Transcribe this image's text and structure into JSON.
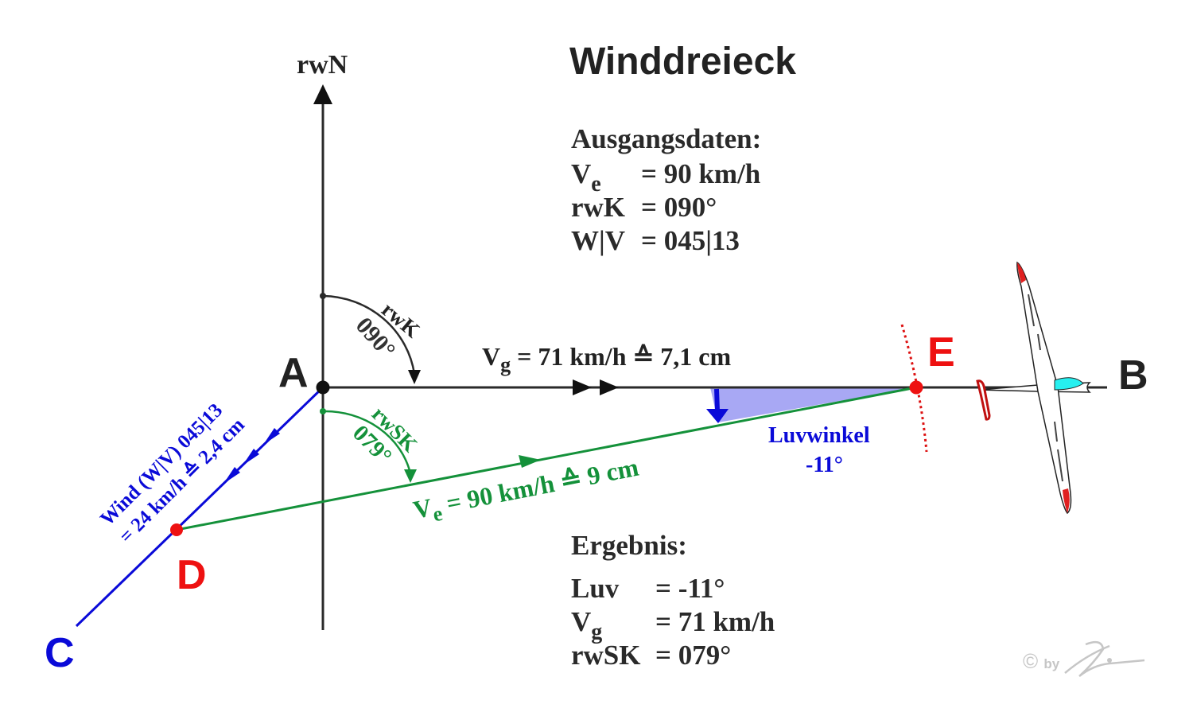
{
  "title": "Winddreieck",
  "input_data": {
    "heading": "Ausgangsdaten:",
    "rows": [
      {
        "key": "V",
        "sub": "e",
        "value": "= 90 km/h"
      },
      {
        "key": "rwK",
        "sub": "",
        "value": "= 090°"
      },
      {
        "key": "W|V",
        "sub": "",
        "value": "= 045|13"
      }
    ]
  },
  "result": {
    "heading": "Ergebnis:",
    "rows": [
      {
        "key": "Luv",
        "sub": "",
        "value": "= -11°"
      },
      {
        "key": "V",
        "sub": "g",
        "value": "= 71 km/h"
      },
      {
        "key": "rwSK",
        "sub": "",
        "value": "= 079°"
      }
    ]
  },
  "axis": {
    "north_label": "rwN"
  },
  "points": {
    "A": "A",
    "B": "B",
    "C": "C",
    "D": "D",
    "E": "E"
  },
  "labels": {
    "rwK_arc_name": "rwK",
    "rwK_arc_value": "090°",
    "rwSK_arc_name": "rwSK",
    "rwSK_arc_value": "079°",
    "vg_prefix": "V",
    "vg_sub": "g",
    "vg_text": " = 71 km/h ≙ 7,1 cm",
    "ve_prefix": "V",
    "ve_sub": "e",
    "ve_text": " = 90 km/h ≙ 9 cm",
    "wind_line1": "Wind (W|V) 045|13",
    "wind_line2": "= 24 km/h ≙ 2,4 cm",
    "luv_line1": "Luvwinkel",
    "luv_line2": "-11°"
  },
  "values": {
    "course_deg": 90,
    "wind_dir_deg": 45,
    "wind_speed_kt": 13,
    "wind_speed_kmh": 24,
    "tas_kmh": 90,
    "groundspeed_kmh": 71,
    "wca_deg": -11,
    "heading_deg": 79
  },
  "colors": {
    "axis": "#2a2a2a",
    "wind": "#0a0ad8",
    "airspeed": "#14913a",
    "points": "#ee1111",
    "luv_fill": "#a8a8f4",
    "canopy": "#26f0f0"
  },
  "copyright": {
    "symbol": "©",
    "by": "by"
  }
}
